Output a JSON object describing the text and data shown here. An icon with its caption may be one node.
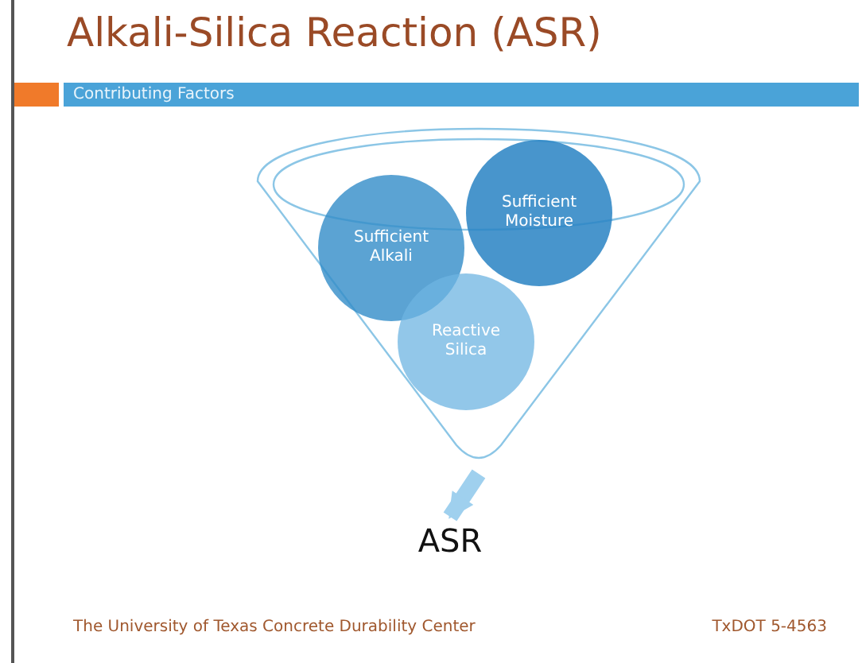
{
  "diagram": {
    "title": "Alkali-Silica Reaction (ASR)",
    "nodes": [
      {
        "text": [],
        "shape": "funnel"
      },
      {
        "text": [
          "Sufficient Alkali"
        ],
        "in": 0
      },
      {
        "text": [
          "Sufficient Moisture"
        ],
        "in": 0
      },
      {
        "text": [
          "Reactive Silica"
        ],
        "in": 0
      },
      {
        "text": [
          "ASR"
        ]
      }
    ],
    "edges": [
      {
        "from": 0,
        "to": 4,
        "arrow": "to"
      }
    ],
    "labels": [
      "Contributing Factors",
      "The University of Texas Concrete Durability Center",
      "TxDOT 5-4563"
    ]
  }
}
